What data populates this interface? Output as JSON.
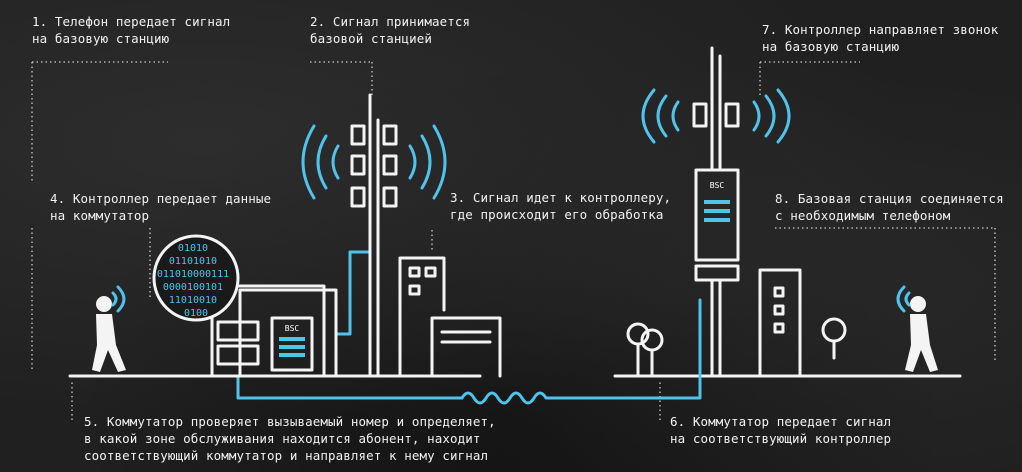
{
  "steps": [
    {
      "id": 1,
      "lines": [
        "1. Телефон передает сигнал",
        "на базовую станцию"
      ]
    },
    {
      "id": 2,
      "lines": [
        "2. Сигнал принимается",
        "базовой станцией"
      ]
    },
    {
      "id": 3,
      "lines": [
        "3. Сигнал идет к контроллеру,",
        "где происходит его обработка"
      ]
    },
    {
      "id": 4,
      "lines": [
        "4. Контроллер передает данные",
        "на коммутатор"
      ]
    },
    {
      "id": 5,
      "lines": [
        "5. Коммутатор проверяет вызываемый номер и определяет,",
        "в какой зоне обслуживания находится абонент, находит",
        "соответствующий коммутатор и направляет к нему сигнал"
      ]
    },
    {
      "id": 6,
      "lines": [
        "6. Коммутатор передает сигнал",
        "на соответствующий контроллер"
      ]
    },
    {
      "id": 7,
      "lines": [
        "7. Контроллер направляет звонок",
        "на базовую станцию"
      ]
    },
    {
      "id": 8,
      "lines": [
        "8. Базовая станция соединяется",
        "с необходимым телефоном"
      ]
    }
  ],
  "devices": {
    "left_controller_label": "BSC",
    "right_controller_label": "BSC"
  },
  "binary_lines": [
    "01010",
    "01101010",
    "011010000111",
    "0000100101",
    "11010010",
    "0100"
  ],
  "colors": {
    "accent": "#4fc3ec",
    "lines": "#f4f4f4",
    "background": "#202020"
  }
}
